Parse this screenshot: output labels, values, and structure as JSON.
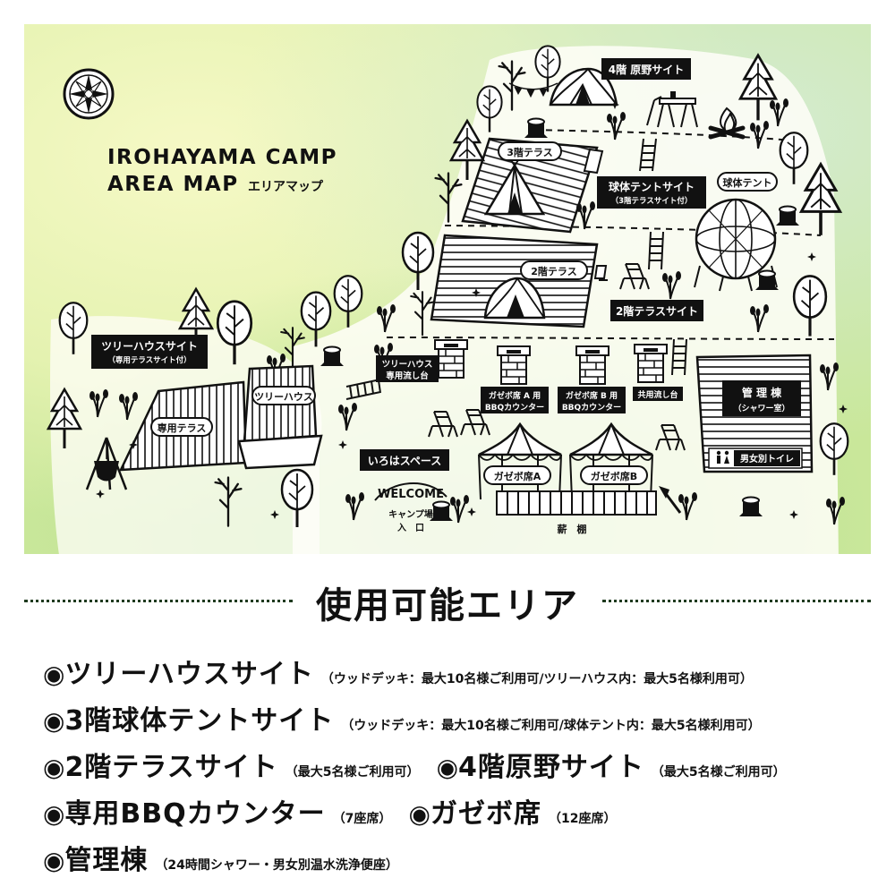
{
  "map": {
    "title_line1": "IROHAYAMA CAMP",
    "title_line2": "AREA MAP",
    "title_jp": "エリアマップ",
    "labels": {
      "site4": "4階 原野サイト",
      "terrace3": "3階テラス",
      "sphere_site": "球体テントサイト",
      "sphere_site_sub": "（3階テラスサイト付）",
      "sphere_tent": "球体テント",
      "terrace2": "2階テラス",
      "terrace2_site": "2階テラスサイト",
      "treehouse_site": "ツリーハウスサイト",
      "treehouse_site_sub": "（専用テラスサイト付）",
      "treehouse": "ツリーハウス",
      "private_terrace": "専用テラス",
      "treehouse_sink_1": "ツリーハウス",
      "treehouse_sink_2": "専用流し台",
      "bbq_a_1": "ガゼボ席 A 用",
      "bbq_a_2": "BBQカウンター",
      "bbq_b_1": "ガゼボ席 B 用",
      "bbq_b_2": "BBQカウンター",
      "shared_sink": "共用流し台",
      "office_1": "管 理 棟",
      "office_2": "（シャワー室）",
      "toilet": "男女別トイレ",
      "iroha_space": "いろはスペース",
      "gazebo_a": "ガゼボ席A",
      "gazebo_b": "ガゼボ席B",
      "welcome": "WELCOME",
      "entrance_1": "キャンプ場",
      "entrance_2": "入　口",
      "firewood": "薪　棚"
    }
  },
  "legend": {
    "title": "使用可能エリア",
    "bullet": "◉",
    "items": [
      {
        "name": "ツリーハウスサイト",
        "note": "（ウッドデッキ：最大10名様ご利用可/ツリーハウス内：最大5名様利用可）"
      },
      {
        "name": "3階球体テントサイト",
        "note": "（ウッドデッキ：最大10名様ご利用可/球体テント内：最大5名様利用可）"
      },
      {
        "name": "2階テラスサイト",
        "note": "（最大5名様ご利用可）"
      },
      {
        "name": "4階原野サイト",
        "note": "（最大5名様ご利用可）"
      },
      {
        "name": "専用BBQカウンター",
        "note": "（7座席）"
      },
      {
        "name": "ガゼボ席",
        "note": "（12座席）"
      },
      {
        "name": "管理棟",
        "note": "（24時間シャワー・男女別温水洗浄便座）"
      }
    ]
  },
  "colors": {
    "bg_light": "#f4f8c8",
    "bg_green": "#b8e28a",
    "bg_blue": "#cfe8e2",
    "ink": "#111111",
    "dots": "#1f3a1f"
  }
}
